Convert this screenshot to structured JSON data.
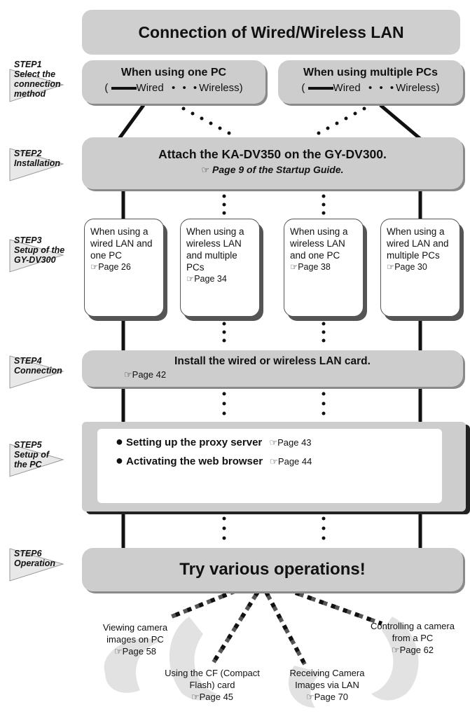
{
  "title": "Connection of Wired/Wireless LAN",
  "steps": [
    {
      "label": "STEP1",
      "sub": "Select the",
      "sub2": "connection",
      "sub3": "method"
    },
    {
      "label": "STEP2",
      "sub": "Installation"
    },
    {
      "label": "STEP3",
      "sub": "Setup of the",
      "sub2": "GY-DV300"
    },
    {
      "label": "STEP4",
      "sub": "Connection"
    },
    {
      "label": "STEP5",
      "sub": "Setup of",
      "sub2": "the PC"
    },
    {
      "label": "STEP6",
      "sub": "Operation"
    }
  ],
  "step1": {
    "left": {
      "title": "When using one PC",
      "legend_open": "(",
      "wired": "Wired",
      "wireless": "Wireless)"
    },
    "right": {
      "title": "When using multiple PCs",
      "legend_open": "(",
      "wired": "Wired",
      "wireless": "Wireless)"
    }
  },
  "step2": {
    "title": "Attach the KA-DV350 on the GY-DV300.",
    "ref": "Page 9 of the Startup Guide."
  },
  "step3": {
    "cards": [
      {
        "lines": [
          "When using a",
          "wired LAN and",
          "one PC"
        ],
        "ref": "Page 26"
      },
      {
        "lines": [
          "When using a",
          "wireless  LAN",
          "and  multiple",
          "PCs"
        ],
        "ref": "Page 34"
      },
      {
        "lines": [
          "When using a",
          "wireless LAN",
          "and one PC"
        ],
        "ref": "Page 38"
      },
      {
        "lines": [
          "When using a",
          "wired LAN and",
          "multiple PCs"
        ],
        "ref": "Page 30"
      }
    ]
  },
  "step4": {
    "title": "Install the wired or wireless LAN card.",
    "ref": "Page 42"
  },
  "step5": {
    "items": [
      {
        "text": "Setting up the proxy server",
        "ref": "Page 43"
      },
      {
        "text": "Activating the web browser",
        "ref": "Page 44"
      }
    ]
  },
  "step6": {
    "title": "Try various operations!"
  },
  "operations": [
    {
      "lines": [
        "Viewing camera",
        "images on PC"
      ],
      "ref": "Page 58"
    },
    {
      "lines": [
        "Using the CF (Compact",
        "Flash) card"
      ],
      "ref": "Page 45"
    },
    {
      "lines": [
        "Receiving Camera",
        "Images via LAN"
      ],
      "ref": "Page 70"
    },
    {
      "lines": [
        "Controlling a camera",
        "from a PC"
      ],
      "ref": "Page 62"
    }
  ],
  "icons": {
    "pointer": "hand-pointer-icon",
    "bullet": "filled-circle-icon"
  }
}
